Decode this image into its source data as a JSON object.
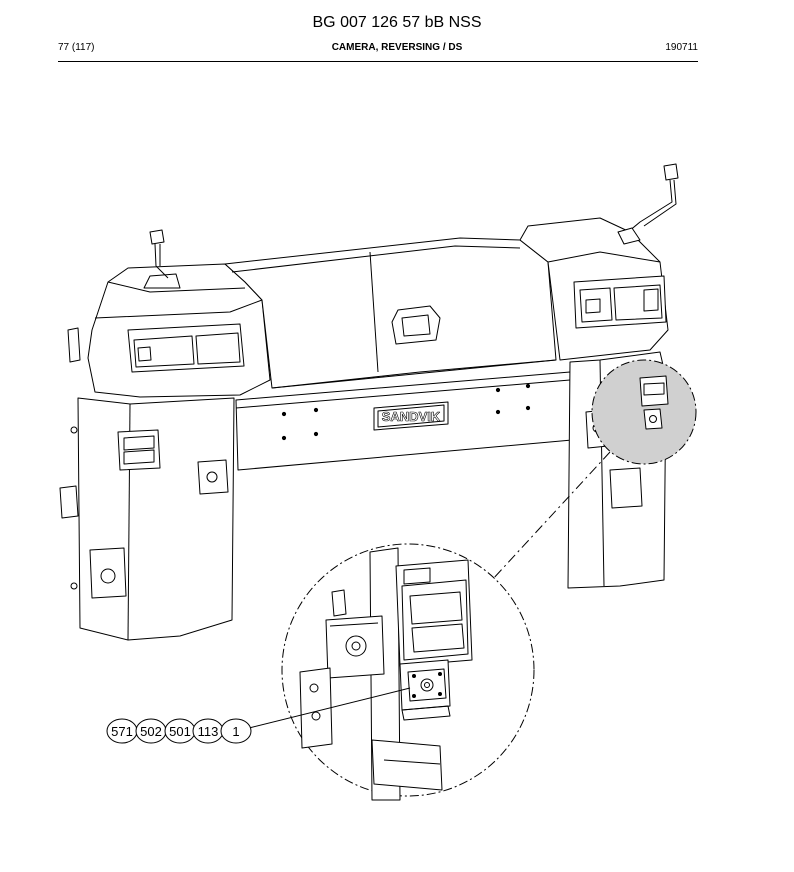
{
  "header": {
    "doc_code": "BG 007 126 57 bB NSS",
    "page": "77 (117)",
    "title": "CAMERA, REVERSING / DS",
    "date": "190711"
  },
  "drawing": {
    "brand_plate": "SANDVIK",
    "ref_numbers": [
      "571",
      "502",
      "501",
      "113",
      "1"
    ]
  }
}
